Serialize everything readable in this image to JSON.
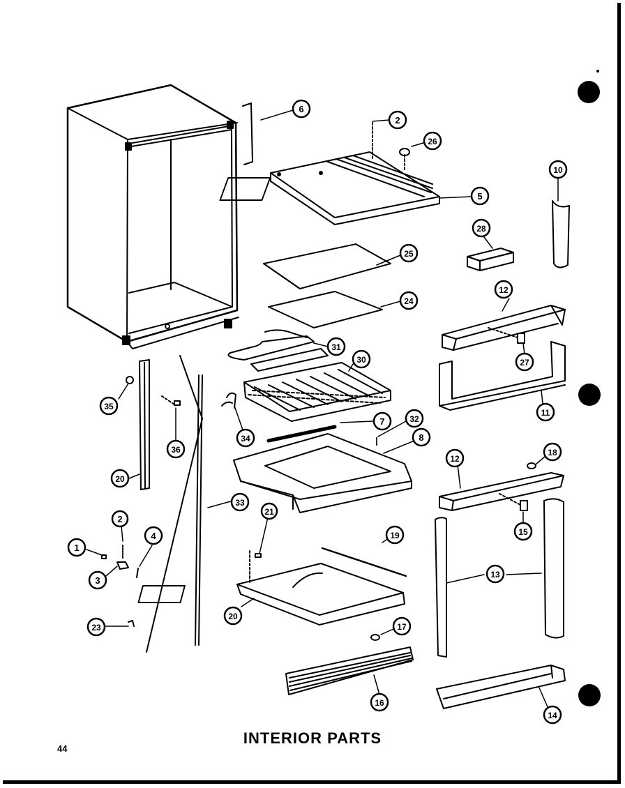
{
  "title": "INTERIOR PARTS",
  "page_number": "44",
  "callouts": [
    {
      "id": "c-6",
      "label": "6",
      "part": "cabinet-bracket"
    },
    {
      "id": "c-2a",
      "label": "2",
      "part": "top-screw"
    },
    {
      "id": "c-26a",
      "label": "26",
      "part": "knob"
    },
    {
      "id": "c-5",
      "label": "5",
      "part": "top-plate"
    },
    {
      "id": "c-10",
      "label": "10",
      "part": "trim-strip"
    },
    {
      "id": "c-28",
      "label": "28",
      "part": "small-block"
    },
    {
      "id": "c-25",
      "label": "25",
      "part": "insulation-sheet"
    },
    {
      "id": "c-24",
      "label": "24",
      "part": "insulation-pad"
    },
    {
      "id": "c-12a",
      "label": "12",
      "part": "upper-door-shelf-rail"
    },
    {
      "id": "c-27",
      "label": "27",
      "part": "rail-clip"
    },
    {
      "id": "c-31",
      "label": "31",
      "part": "heater-loop"
    },
    {
      "id": "c-30",
      "label": "30",
      "part": "evaporator"
    },
    {
      "id": "c-11",
      "label": "11",
      "part": "door-bin"
    },
    {
      "id": "c-35",
      "label": "35",
      "part": "gasket-knob"
    },
    {
      "id": "c-36",
      "label": "36",
      "part": "screw"
    },
    {
      "id": "c-34",
      "label": "34",
      "part": "wire-harness"
    },
    {
      "id": "c-7",
      "label": "7",
      "part": "heater-rod"
    },
    {
      "id": "c-32a",
      "label": "32",
      "part": "tray-screw"
    },
    {
      "id": "c-8",
      "label": "8",
      "part": "evaporator-tray"
    },
    {
      "id": "c-20a",
      "label": "20",
      "part": "side-strip"
    },
    {
      "id": "c-12b",
      "label": "12",
      "part": "lower-door-shelf-rail"
    },
    {
      "id": "c-18",
      "label": "18",
      "part": "clip"
    },
    {
      "id": "c-15",
      "label": "15",
      "part": "rail-clip-lower"
    },
    {
      "id": "c-2b",
      "label": "2",
      "part": "hinge-screw"
    },
    {
      "id": "c-4",
      "label": "4",
      "part": "pin"
    },
    {
      "id": "c-1",
      "label": "1",
      "part": "cap"
    },
    {
      "id": "c-3",
      "label": "3",
      "part": "hinge-bracket"
    },
    {
      "id": "c-33",
      "label": "33",
      "part": "drain-tube"
    },
    {
      "id": "c-21",
      "label": "21",
      "part": "shelf-screw"
    },
    {
      "id": "c-19",
      "label": "19",
      "part": "shelf-rod"
    },
    {
      "id": "c-13",
      "label": "13",
      "part": "door-side-rails"
    },
    {
      "id": "c-20b",
      "label": "20",
      "part": "lower-shelf-pan"
    },
    {
      "id": "c-23",
      "label": "23",
      "part": "hook"
    },
    {
      "id": "c-17",
      "label": "17",
      "part": "grille-clip"
    },
    {
      "id": "c-16",
      "label": "16",
      "part": "toe-grille"
    },
    {
      "id": "c-14",
      "label": "14",
      "part": "bottom-door-shelf"
    }
  ]
}
